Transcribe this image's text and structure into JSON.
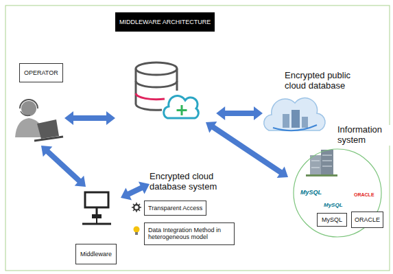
{
  "diagram": {
    "nodes": [
      {
        "text": [
          "MIDDLEWARE ARCHITECTURE"
        ]
      },
      {
        "text": [
          "OPERATOR"
        ]
      },
      {
        "text": [
          "Encrypted public cloud database"
        ]
      },
      {
        "text": [
          "Information system"
        ]
      },
      {
        "text": [
          "MySQL"
        ],
        "in": 3
      },
      {
        "text": [
          "ORACLE"
        ],
        "in": 3
      },
      {
        "text": [
          "Encrypted cloud database system"
        ]
      },
      {
        "text": [
          "Transparent Access"
        ]
      },
      {
        "text": [
          "Data Integration Method in heterogeneous model"
        ]
      },
      {
        "text": [
          "Middleware"
        ]
      }
    ],
    "edges": [
      {
        "from": 1,
        "to": 0,
        "arrow": "both"
      },
      {
        "from": 0,
        "to": 2,
        "arrow": "both"
      },
      {
        "from": 0,
        "to": 3,
        "arrow": "both"
      },
      {
        "from": 1,
        "to": 9,
        "arrow": "both"
      },
      {
        "from": 9,
        "to": 6,
        "arrow": "both"
      }
    ],
    "labels": [
      "MySQL",
      "ORACLE",
      "MySQL"
    ]
  }
}
